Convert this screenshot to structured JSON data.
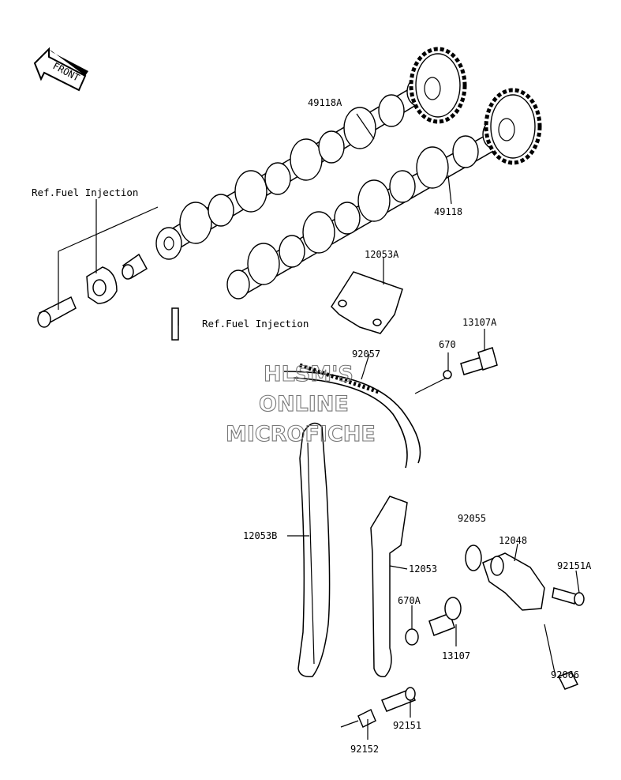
{
  "front_label": "FRONT",
  "refs": {
    "ref_fuel_injection_1": "Ref.Fuel Injection",
    "ref_fuel_injection_2": "Ref.Fuel Injection"
  },
  "parts": {
    "p49118A": "49118A",
    "p49118": "49118",
    "p12053A": "12053A",
    "p13107A": "13107A",
    "p670": "670",
    "p92057": "92057",
    "p92055": "92055",
    "p12048": "12048",
    "p92151A": "92151A",
    "p12053B": "12053B",
    "p12053": "12053",
    "p670A": "670A",
    "p13107": "13107",
    "p92066": "92066",
    "p92151": "92151",
    "p92152": "92152"
  },
  "watermark": {
    "line1": "HLSM'S",
    "line2": "ONLINE",
    "line3": "MICROFICHE"
  }
}
